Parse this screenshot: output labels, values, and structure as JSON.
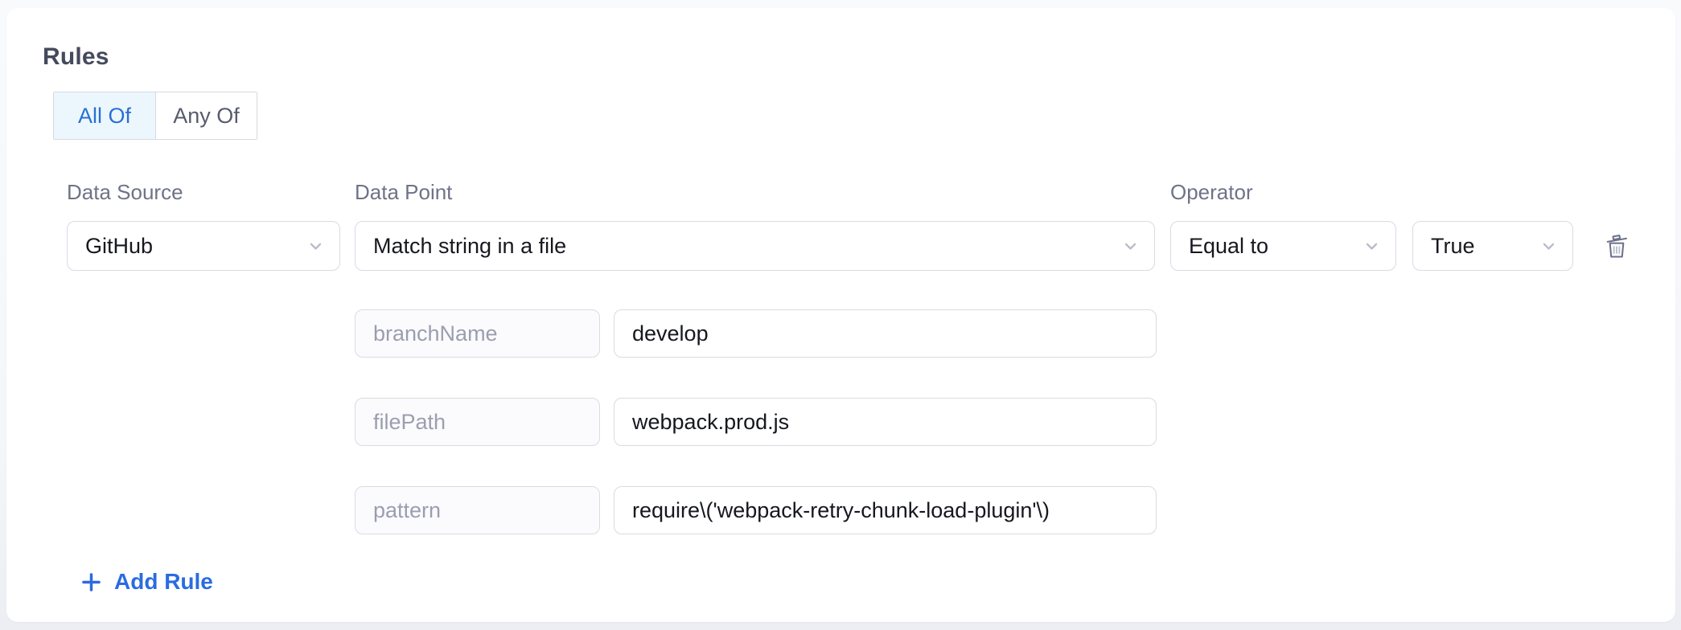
{
  "page": {
    "background_top": "#f8fafc",
    "background_bottom": "#eceef3",
    "card_background": "#ffffff"
  },
  "rules_section": {
    "heading": "Rules",
    "mode_toggle": {
      "options": [
        {
          "label": "All Of",
          "selected": true
        },
        {
          "label": "Any Of",
          "selected": false
        }
      ]
    },
    "rule": {
      "data_source": {
        "label": "Data Source",
        "value": "GitHub"
      },
      "data_point": {
        "label": "Data Point",
        "value": "Match string in a file"
      },
      "operator": {
        "label": "Operator",
        "value": "Equal to"
      },
      "expected_value": {
        "value": "True"
      },
      "params": [
        {
          "name": "branchName",
          "value": "develop"
        },
        {
          "name": "filePath",
          "value": "webpack.prod.js"
        },
        {
          "name": "pattern",
          "value": "require\\('webpack-retry-chunk-load-plugin'\\)"
        }
      ]
    },
    "add_rule": {
      "label": "Add Rule"
    }
  },
  "icons": {
    "select_chevron": "chevron-down",
    "delete_rule": "trash",
    "add_rule": "plus"
  },
  "colors": {
    "accent_blue": "#2a6ce0",
    "selected_segment_bg": "#ecf7fd",
    "selected_segment_text": "#2a6fd6",
    "control_border": "#d9dbe4",
    "label_text": "#6e7387",
    "param_name_text": "#9b9eb0",
    "control_text": "#17181f",
    "heading_text": "#454a5c",
    "chevron": "#b8bbc7",
    "trash_icon": "#6c7189"
  }
}
